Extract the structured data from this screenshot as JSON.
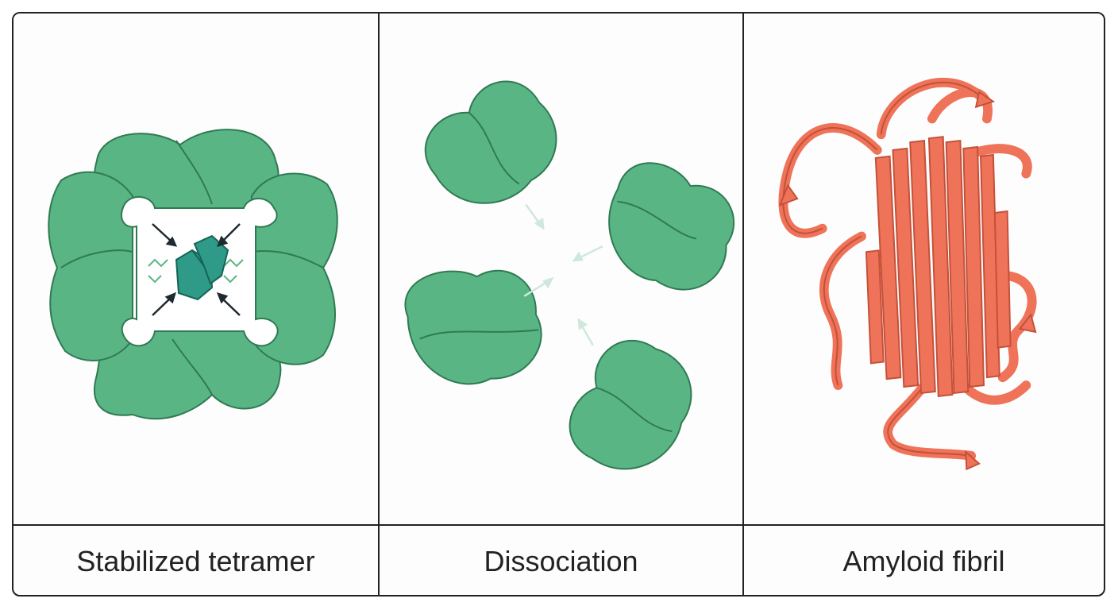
{
  "panels": [
    {
      "id": "stabilized-tetramer",
      "caption": "Stabilized tetramer"
    },
    {
      "id": "dissociation",
      "caption": "Dissociation"
    },
    {
      "id": "amyloid-fibril",
      "caption": "Amyloid fibril"
    }
  ],
  "colors": {
    "protein_fill": "#5ab584",
    "protein_stroke": "#2f7a52",
    "stabilizer_fill": "#2e9a87",
    "stabilizer_stroke": "#176456",
    "fibril_fill": "#ee7358",
    "fibril_stroke": "#c4503a",
    "arrow_dark": "#1e2a30",
    "arrow_faint": "#cfe8dc",
    "border": "#222222"
  }
}
